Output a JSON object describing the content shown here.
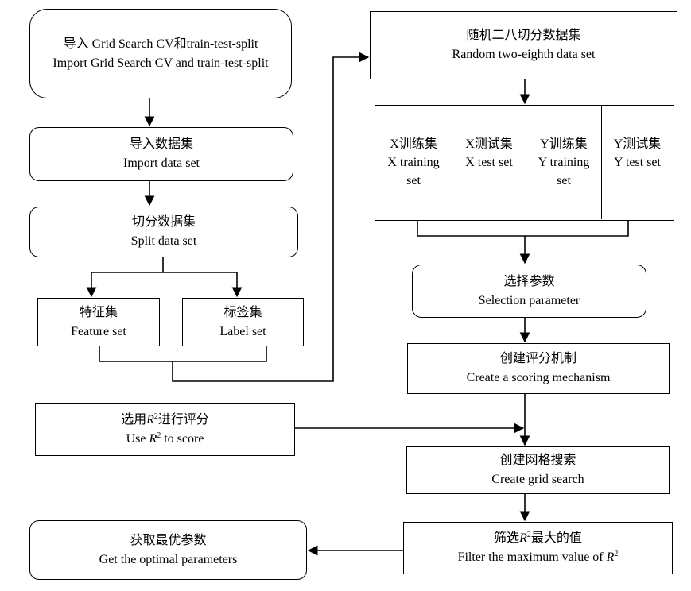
{
  "nodes": {
    "import_grid": {
      "zh": "导入 Grid Search CV和train-test-split",
      "en": "Import Grid Search CV and train-test-split"
    },
    "import_data": {
      "zh": "导入数据集",
      "en": "Import data set"
    },
    "split_data": {
      "zh": "切分数据集",
      "en": "Split data set"
    },
    "feature_set": {
      "zh": "特征集",
      "en": "Feature set"
    },
    "label_set": {
      "zh": "标签集",
      "en": "Label set"
    },
    "random_split": {
      "zh": "随机二八切分数据集",
      "en": "Random two-eighth data set"
    },
    "x_train": {
      "zh": "X训练集",
      "en1": "X training",
      "en2": "set"
    },
    "x_test": {
      "zh": "X测试集",
      "en1": "X test set"
    },
    "y_train": {
      "zh": "Y训练集",
      "en1": "Y training",
      "en2": "set"
    },
    "y_test": {
      "zh": "Y测试集",
      "en1": "Y test set"
    },
    "select_param": {
      "zh": "选择参数",
      "en": "Selection parameter"
    },
    "scoring": {
      "zh": "创建评分机制",
      "en": "Create a scoring mechanism"
    },
    "use_r2": {
      "zh_pre": "选用",
      "symbol": "R",
      "sup": "2",
      "zh_post": "进行评分",
      "en_pre": "Use ",
      "en_post": " to score"
    },
    "grid_search": {
      "zh": "创建网格搜索",
      "en": "Create grid search"
    },
    "filter_max": {
      "zh_pre": "筛选",
      "symbol": "R",
      "sup": "2",
      "zh_post": "最大的值",
      "en_pre": "Filter the maximum value of "
    },
    "optimal": {
      "zh": "获取最优参数",
      "en": "Get the optimal parameters"
    }
  }
}
